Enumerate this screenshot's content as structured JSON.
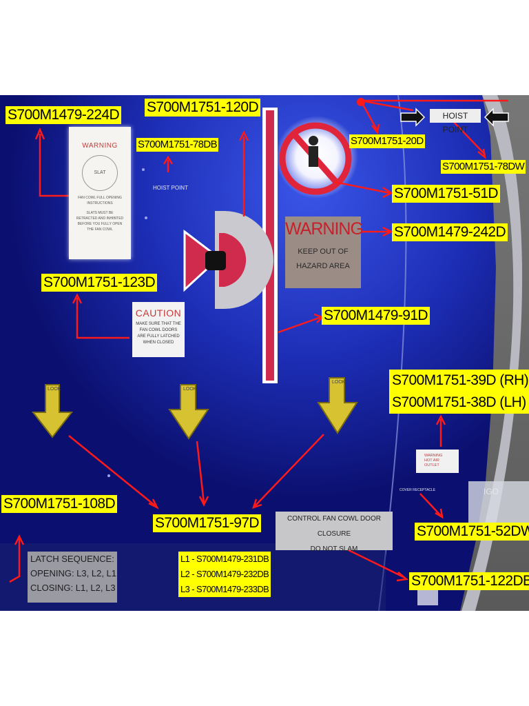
{
  "labels": {
    "l224d": "S700M1479-224D",
    "l120d": "S700M1751-120D",
    "l78db": "S700M1751-78DB",
    "l20d": "S700M1751-20D",
    "l78dw": "S700M1751-78DW",
    "l51d": "S700M1751-51D",
    "l242d": "S700M1479-242D",
    "l123d": "S700M1751-123D",
    "l91d": "S700M1479-91D",
    "l39d": "S700M1751-39D (RH)",
    "l38d": "S700M1751-38D (LH)",
    "l108d": "S700M1751-108D",
    "l97d": "S700M1751-97D",
    "l52dw": "S700M1751-52DW",
    "l122db": "S700M1751-122DB",
    "latch_list": [
      "L1 - S700M1479-231DB",
      "L2 - S700M1479-232DB",
      "L3 - S700M1479-233DB"
    ]
  },
  "placards": {
    "warning_card_title": "WARNING",
    "warning_card_slat": "SLAT",
    "warning_card_text": "FAN COWL FULL OPENING INSTRUCTIONS",
    "warning_card_text2": "SLATS MUST BE RETRACTED AND INHIBITED BEFORE YOU FULLY OPEN THE FAN COWL",
    "hoist_point_small": "HOIST POINT",
    "caution_title": "CAUTION",
    "caution_text": "MAKE SURE THAT THE FAN COWL DOORS ARE FULLY LATCHED WHEN CLOSED",
    "warning_big_title": "WARNING",
    "warning_big_line1": "KEEP OUT OF",
    "warning_big_line2": "HAZARD AREA",
    "hoist_banner": "HOIST POINT",
    "control_line1": "CONTROL FAN COWL DOOR CLOSURE",
    "control_line2": "DO NOT SLAM",
    "latch_title": "LATCH SEQUENCE:",
    "latch_opening": "OPENING: L3, L2, L1",
    "latch_closing": "CLOSING: L1, L2, L3",
    "warning_small_line1": "WARNING",
    "warning_small_line2": "HOT AIR",
    "warning_small_line3": "OUTLET",
    "cover_text": "COVER RECEPTACLE",
    "look_text": "LOOK",
    "gc_text": "IGO"
  },
  "colors": {
    "cowl_blue": "#1b2bb0",
    "label_yellow": "#ffff00",
    "arrow_red": "#ff1a1a",
    "stripe_red": "#d02a4c"
  }
}
